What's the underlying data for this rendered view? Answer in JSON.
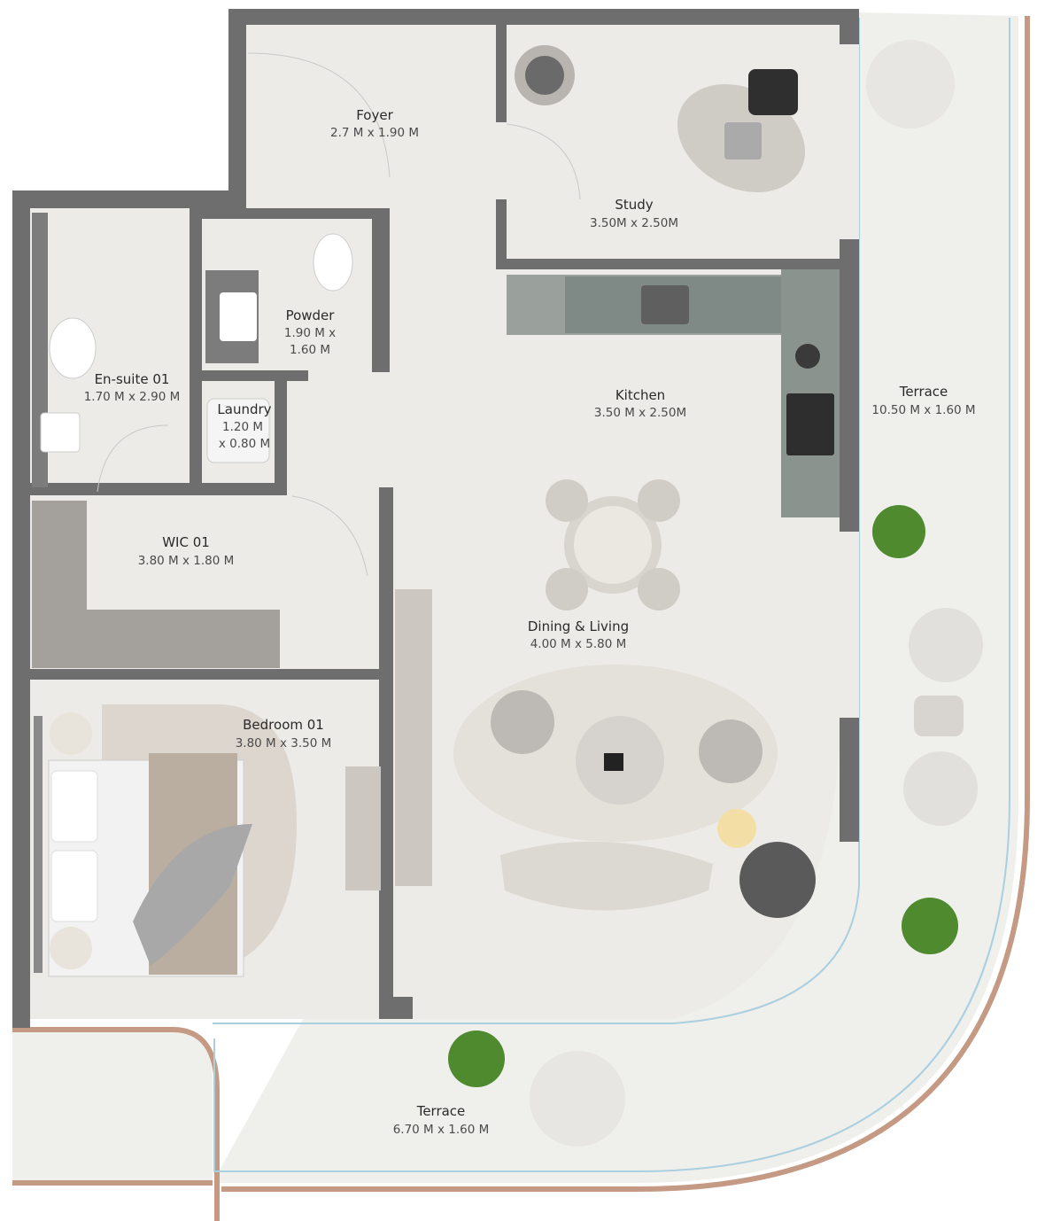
{
  "rooms": {
    "foyer": {
      "name": "Foyer",
      "size": "2.7 M x 1.90 M"
    },
    "study": {
      "name": "Study",
      "size": "3.50M x 2.50M"
    },
    "powder": {
      "name": "Powder",
      "size_line1": "1.90 M x",
      "size_line2": "1.60 M"
    },
    "ensuite": {
      "name": "En-suite 01",
      "size": "1.70 M x 2.90 M"
    },
    "laundry": {
      "name": "Laundry",
      "size_line1": "1.20 M",
      "size_line2": "x 0.80 M"
    },
    "kitchen": {
      "name": "Kitchen",
      "size": "3.50 M x 2.50M"
    },
    "terrace_east": {
      "name": "Terrace",
      "size": "10.50 M x 1.60 M"
    },
    "wic": {
      "name": "WIC 01",
      "size": "3.80 M x 1.80 M"
    },
    "dining_living": {
      "name": "Dining & Living",
      "size": "4.00 M x 5.80 M"
    },
    "bedroom": {
      "name": "Bedroom 01",
      "size": "3.80 M x 3.50 M"
    },
    "terrace_south": {
      "name": "Terrace",
      "size": "6.70 M x 1.60 M"
    }
  },
  "colors": {
    "wall": "#6e6e6e",
    "floor": "#ecebe7",
    "terrace_edge": "#c49a84",
    "glazing": "#a9cfe0"
  }
}
